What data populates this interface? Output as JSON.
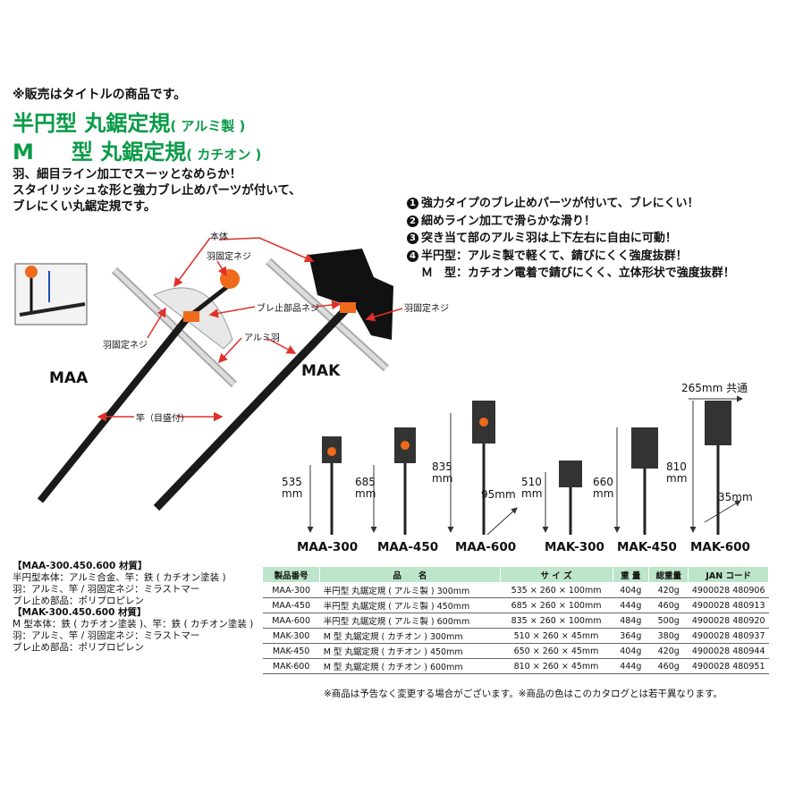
{
  "header": {
    "note": "※販売はタイトルの商品です。",
    "title1_main": "半円型 丸鋸定規",
    "title1_sub": "( アルミ製 )",
    "title2_m": "M",
    "title2_main": "型 丸鋸定規",
    "title2_sub": "( カチオン )",
    "tagline_1": "羽、細目ライン加工でスーッとなめらか！",
    "tagline_2": "スタイリッシュな形と強力ブレ止めパーツが付いて、",
    "tagline_3": "ブレにくい丸鋸定規です。"
  },
  "features": [
    {
      "num": "1",
      "text": "強力タイプのブレ止めパーツが付いて、ブレにくい！"
    },
    {
      "num": "2",
      "text": "細めライン加工で滑らかな滑り！"
    },
    {
      "num": "3",
      "text": "突き当て部のアルミ羽は上下左右に自由に可動！"
    },
    {
      "num": "4",
      "text": "半円型：アルミ製で軽くて、錆びにくく強度抜群！"
    }
  ],
  "features_extra": "Ｍ　型：カチオン電着で錆びにくく、立体形状で強度抜群！",
  "diagram_labels": {
    "hontai": "本体",
    "hanedo_neji_top": "羽固定ネジ",
    "bure_tome": "ブレ止部品ネジ",
    "hane_kotei_neji_r": "羽固定ネジ",
    "hane_kotei_neji_l": "羽固定ネジ",
    "alumi_hane": "アルミ羽",
    "sao": "竿（目盛付）",
    "maa": "MAA",
    "mak": "MAK"
  },
  "products": {
    "maa300": {
      "h1": "535",
      "h2": "mm",
      "label": "MAA-300"
    },
    "maa450": {
      "h1": "685",
      "h2": "mm",
      "label": "MAA-450"
    },
    "maa600": {
      "h1": "835",
      "h2": "mm",
      "label": "MAA-600",
      "depth": "95mm"
    },
    "mak300": {
      "h1": "510",
      "h2": "mm",
      "label": "MAK-300"
    },
    "mak450": {
      "h1": "660",
      "h2": "mm",
      "label": "MAK-450"
    },
    "mak600": {
      "h1": "810",
      "h2": "mm",
      "label": "MAK-600",
      "depth": "35mm"
    },
    "common_width": "265mm 共通"
  },
  "materials": [
    "【MAA-300.450.600 材質】",
    "半円型本体：アルミ合金、竿：鉄 ( カチオン塗装 )",
    "羽：アルミ、竿 / 羽固定ネジ：ミラストマー",
    "ブレ止め部品：ポリプロピレン",
    "【MAK-300.450.600 材質】",
    "M 型本体：鉄 ( カチオン塗装 )、竿：鉄 ( カチオン塗装 )",
    "羽：アルミ、竿 / 羽固定ネジ：ミラストマー",
    "ブレ止め部品：ポリプロピレン"
  ],
  "table": {
    "headers": [
      "製品番号",
      "品　　名",
      "サ イ ズ",
      "重 量",
      "総重量",
      "JAN コード"
    ],
    "rows": [
      [
        "MAA-300",
        "半円型 丸鋸定規 ( アルミ製 ) 300mm",
        "535 × 260 × 100mm",
        "404g",
        "420g",
        "4900028 480906"
      ],
      [
        "MAA-450",
        "半円型 丸鋸定規 ( アルミ製 ) 450mm",
        "685 × 260 × 100mm",
        "444g",
        "460g",
        "4900028 480913"
      ],
      [
        "MAA-600",
        "半円型 丸鋸定規 ( アルミ製 ) 600mm",
        "835 × 260 × 100mm",
        "484g",
        "500g",
        "4900028 480920"
      ],
      [
        "MAK-300",
        "M 型 丸鋸定規 ( カチオン ) 300mm",
        "510 × 260 × 45mm",
        "364g",
        "380g",
        "4900028 480937"
      ],
      [
        "MAK-450",
        "M 型 丸鋸定規 ( カチオン ) 450mm",
        "650 × 260 × 45mm",
        "404g",
        "420g",
        "4900028 480944"
      ],
      [
        "MAK-600",
        "M 型 丸鋸定規 ( カチオン ) 600mm",
        "810 × 260 × 45mm",
        "444g",
        "460g",
        "4900028 480951"
      ]
    ]
  },
  "footnote": "※商品は予告なく変更する場合がございます。※商品の色はこのカタログとは若干異なります。",
  "colors": {
    "title_green": "#0a9b48",
    "table_header": "#bde5c9",
    "arrow_red": "#e0302a",
    "orange_part": "#f06a1c"
  }
}
